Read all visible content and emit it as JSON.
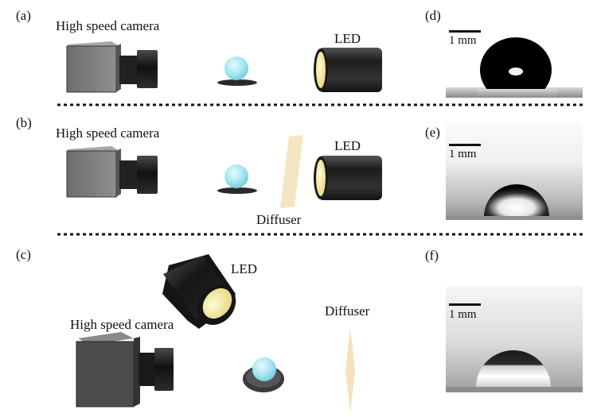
{
  "panels": {
    "a": {
      "letter": "(a)",
      "camera_label": "High speed camera",
      "led_label": "LED"
    },
    "b": {
      "letter": "(b)",
      "camera_label": "High speed camera",
      "led_label": "LED",
      "diffuser_label": "Diffuser"
    },
    "c": {
      "letter": "(c)",
      "camera_label": "High speed camera",
      "led_label": "LED",
      "diffuser_label": "Diffuser"
    },
    "d": {
      "letter": "(d)",
      "scale_label": "1 mm"
    },
    "e": {
      "letter": "(e)",
      "scale_label": "1 mm"
    },
    "f": {
      "letter": "(f)",
      "scale_label": "1 mm"
    }
  },
  "colors": {
    "camera_body": "#7d7d7d",
    "camera_lens": "#1e1e1e",
    "led_body": "#2a2a2a",
    "led_face": "#f4eaa0",
    "droplet": "#9fe6f2",
    "diffuser": "#f3e2bd",
    "divider": "#111111"
  }
}
